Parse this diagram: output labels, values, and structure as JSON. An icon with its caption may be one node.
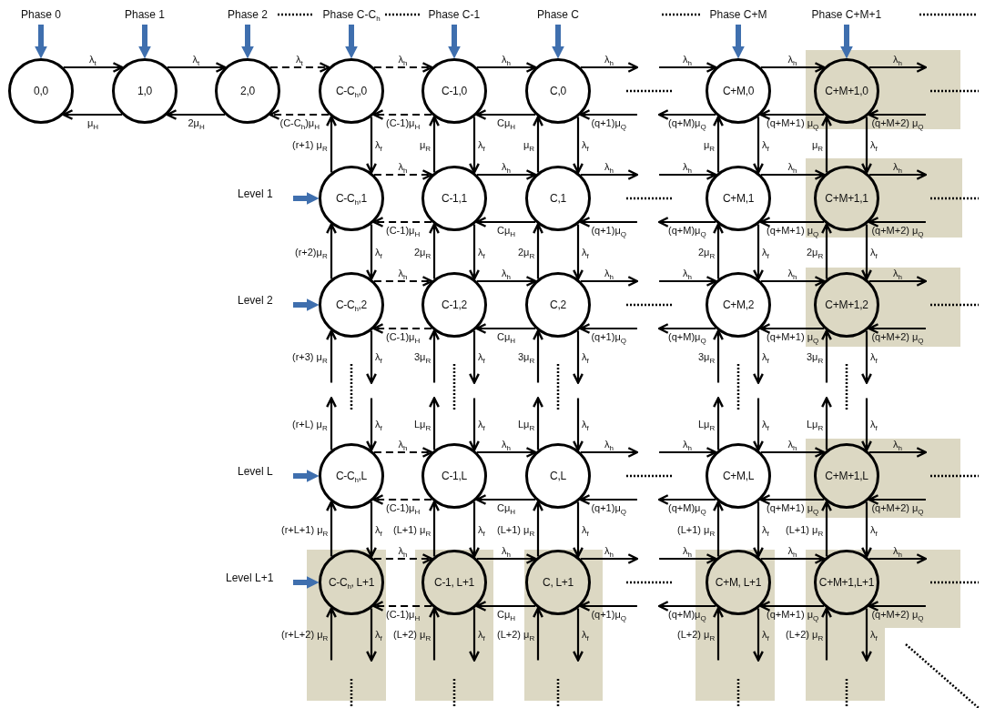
{
  "diagram": {
    "nodes": [
      {
        "text": [
          "Phase 0"
        ]
      },
      {
        "text": [
          "Phase 1"
        ]
      },
      {
        "text": [
          "Phase 2"
        ]
      },
      {
        "text": [
          "Phase C-C$_{h}$"
        ]
      },
      {
        "text": [
          "Phase C-1"
        ]
      },
      {
        "text": [
          "Phase C"
        ]
      },
      {
        "text": [
          "Phase C+M"
        ]
      },
      {
        "text": [
          "Phase C+M+1"
        ]
      },
      {
        "text": [
          "0,0"
        ]
      },
      {
        "text": [
          "1,0"
        ]
      },
      {
        "text": [
          "2,0"
        ]
      },
      {
        "text": [
          "C-C$_{h}$,0"
        ]
      },
      {
        "text": [
          "C-1,0"
        ]
      },
      {
        "text": [
          "C,0"
        ]
      },
      {
        "text": [
          "C+M,0"
        ]
      },
      {
        "text": [
          "C+M+1,0"
        ]
      },
      {
        "text": [
          "Level 1"
        ]
      },
      {
        "text": [
          "C-C$_{h}$,1"
        ]
      },
      {
        "text": [
          "C-1,1"
        ]
      },
      {
        "text": [
          "C,1"
        ]
      },
      {
        "text": [
          "C+M,1"
        ]
      },
      {
        "text": [
          "C+M+1,1"
        ]
      },
      {
        "text": [
          "Level 2"
        ]
      },
      {
        "text": [
          "C-C$_{h}$,2"
        ]
      },
      {
        "text": [
          "C-1,2"
        ]
      },
      {
        "text": [
          "C,2"
        ]
      },
      {
        "text": [
          "C+M,2"
        ]
      },
      {
        "text": [
          "C+M+1,2"
        ]
      },
      {
        "text": [
          "Level L"
        ]
      },
      {
        "text": [
          "C-C$_{h}$,L"
        ]
      },
      {
        "text": [
          "C-1,L"
        ]
      },
      {
        "text": [
          "C,L"
        ]
      },
      {
        "text": [
          "C+M,L"
        ]
      },
      {
        "text": [
          "C+M+1,L"
        ]
      },
      {
        "text": [
          "Level L+1"
        ]
      },
      {
        "text": [
          "C-C$_{h}$, L+1"
        ]
      },
      {
        "text": [
          "C-1, L+1"
        ]
      },
      {
        "text": [
          "C, L+1"
        ]
      },
      {
        "text": [
          "C+M, L+1"
        ]
      },
      {
        "text": [
          "C+M+1,L+1"
        ]
      }
    ],
    "edges": [
      {
        "from": 0,
        "to": 8,
        "arrow": "to",
        "style": "thick",
        "color": "#3f6fae"
      },
      {
        "from": 1,
        "to": 9,
        "arrow": "to",
        "style": "thick",
        "color": "#3f6fae"
      },
      {
        "from": 2,
        "to": 10,
        "arrow": "to",
        "style": "thick",
        "color": "#3f6fae"
      },
      {
        "from": 3,
        "to": 11,
        "arrow": "to",
        "style": "thick",
        "color": "#3f6fae"
      },
      {
        "from": 4,
        "to": 12,
        "arrow": "to",
        "style": "thick",
        "color": "#3f6fae"
      },
      {
        "from": 5,
        "to": 13,
        "arrow": "to",
        "style": "thick",
        "color": "#3f6fae"
      },
      {
        "from": 6,
        "to": 14,
        "arrow": "to",
        "style": "thick",
        "color": "#3f6fae"
      },
      {
        "from": 7,
        "to": 15,
        "arrow": "to",
        "style": "thick",
        "color": "#3f6fae"
      },
      {
        "from": 16,
        "to": 17,
        "arrow": "to",
        "style": "thick",
        "color": "#3f6fae"
      },
      {
        "from": 22,
        "to": 23,
        "arrow": "to",
        "style": "thick",
        "color": "#3f6fae"
      },
      {
        "from": 28,
        "to": 29,
        "arrow": "to",
        "style": "thick",
        "color": "#3f6fae"
      },
      {
        "from": 34,
        "to": 35,
        "arrow": "to",
        "style": "thick",
        "color": "#3f6fae"
      },
      {
        "from": 8,
        "to": 9,
        "arrow": "to",
        "label": "λ$_{t}$"
      },
      {
        "from": 9,
        "to": 8,
        "arrow": "to",
        "label": "μ$_{H}$"
      },
      {
        "from": 9,
        "to": 10,
        "arrow": "to",
        "label": "λ$_{t}$"
      },
      {
        "from": 10,
        "to": 9,
        "arrow": "to",
        "label": "2μ$_{H}$"
      },
      {
        "from": 10,
        "to": 11,
        "arrow": "to",
        "label": "λ$_{t}$",
        "style": "dashed"
      },
      {
        "from": 11,
        "to": 10,
        "arrow": "to",
        "label": "(C-C$_{h}$)μ$_{H}$",
        "style": "dashed"
      },
      {
        "from": 11,
        "to": 12,
        "arrow": "to",
        "label": "λ$_{h}$",
        "style": "dashed"
      },
      {
        "from": 12,
        "to": 11,
        "arrow": "to",
        "label": "(C-1)μ$_{H}$",
        "style": "dashed"
      },
      {
        "from": 12,
        "to": 13,
        "arrow": "to",
        "label": "λ$_{h}$"
      },
      {
        "from": 13,
        "to": 12,
        "arrow": "to",
        "label": "Cμ$_{H}$"
      },
      {
        "from": 13,
        "to": null,
        "arrow": "to",
        "label": "λ$_{h}$"
      },
      {
        "from": null,
        "to": 13,
        "arrow": "to",
        "label": "(q+1)μ$_{Q}$"
      },
      {
        "from": null,
        "to": 14,
        "arrow": "to",
        "label": "λ$_{h}$"
      },
      {
        "from": 14,
        "to": null,
        "arrow": "to",
        "label": "(q+M)μ$_{Q}$"
      },
      {
        "from": 14,
        "to": 15,
        "arrow": "to",
        "label": "λ$_{h}$"
      },
      {
        "from": 15,
        "to": 14,
        "arrow": "to",
        "label": "(q+M+1) μ$_{Q}$"
      },
      {
        "from": 15,
        "to": null,
        "arrow": "to",
        "label": "λ$_{h}$"
      },
      {
        "from": null,
        "to": 15,
        "arrow": "to",
        "label": "(q+M+2) μ$_{Q}$"
      },
      {
        "from": 17,
        "to": 18,
        "arrow": "to",
        "label": "λ$_{h}$",
        "style": "dashed"
      },
      {
        "from": 18,
        "to": 17,
        "arrow": "to",
        "label": "(C-1)μ$_{H}$",
        "style": "dashed"
      },
      {
        "from": 18,
        "to": 19,
        "arrow": "to",
        "label": "λ$_{h}$"
      },
      {
        "from": 19,
        "to": 18,
        "arrow": "to",
        "label": "Cμ$_{H}$"
      },
      {
        "from": 19,
        "to": null,
        "arrow": "to",
        "label": "λ$_{h}$"
      },
      {
        "from": null,
        "to": 19,
        "arrow": "to",
        "label": "(q+1)μ$_{Q}$"
      },
      {
        "from": null,
        "to": 20,
        "arrow": "to",
        "label": "λ$_{h}$"
      },
      {
        "from": 20,
        "to": null,
        "arrow": "to",
        "label": "(q+M)μ$_{Q}$"
      },
      {
        "from": 20,
        "to": 21,
        "arrow": "to",
        "label": "λ$_{h}$"
      },
      {
        "from": 21,
        "to": 20,
        "arrow": "to",
        "label": "(q+M+1) μ$_{Q}$"
      },
      {
        "from": 21,
        "to": null,
        "arrow": "to",
        "label": "λ$_{h}$"
      },
      {
        "from": null,
        "to": 21,
        "arrow": "to",
        "label": "(q+M+2) μ$_{Q}$"
      },
      {
        "from": 23,
        "to": 24,
        "arrow": "to",
        "label": "λ$_{h}$",
        "style": "dashed"
      },
      {
        "from": 24,
        "to": 23,
        "arrow": "to",
        "label": "(C-1)μ$_{H}$",
        "style": "dashed"
      },
      {
        "from": 24,
        "to": 25,
        "arrow": "to",
        "label": "λ$_{h}$"
      },
      {
        "from": 25,
        "to": 24,
        "arrow": "to",
        "label": "Cμ$_{H}$"
      },
      {
        "from": 25,
        "to": null,
        "arrow": "to",
        "label": "λ$_{h}$"
      },
      {
        "from": null,
        "to": 25,
        "arrow": "to",
        "label": "(q+1)μ$_{Q}$"
      },
      {
        "from": null,
        "to": 26,
        "arrow": "to",
        "label": "λ$_{h}$"
      },
      {
        "from": 26,
        "to": null,
        "arrow": "to",
        "label": "(q+M)μ$_{Q}$"
      },
      {
        "from": 26,
        "to": 27,
        "arrow": "to",
        "label": "λ$_{h}$"
      },
      {
        "from": 27,
        "to": 26,
        "arrow": "to",
        "label": "(q+M+1) μ$_{Q}$"
      },
      {
        "from": 27,
        "to": null,
        "arrow": "to",
        "label": "λ$_{h}$"
      },
      {
        "from": null,
        "to": 27,
        "arrow": "to",
        "label": "(q+M+2) μ$_{Q}$"
      },
      {
        "from": 29,
        "to": 30,
        "arrow": "to",
        "label": "λ$_{h}$",
        "style": "dashed"
      },
      {
        "from": 30,
        "to": 29,
        "arrow": "to",
        "label": "(C-1)μ$_{H}$",
        "style": "dashed"
      },
      {
        "from": 30,
        "to": 31,
        "arrow": "to",
        "label": "λ$_{h}$"
      },
      {
        "from": 31,
        "to": 30,
        "arrow": "to",
        "label": "Cμ$_{H}$"
      },
      {
        "from": 31,
        "to": null,
        "arrow": "to",
        "label": "λ$_{h}$"
      },
      {
        "from": null,
        "to": 31,
        "arrow": "to",
        "label": "(q+1)μ$_{Q}$"
      },
      {
        "from": null,
        "to": 32,
        "arrow": "to",
        "label": "λ$_{h}$"
      },
      {
        "from": 32,
        "to": null,
        "arrow": "to",
        "label": "(q+M)μ$_{Q}$"
      },
      {
        "from": 32,
        "to": 33,
        "arrow": "to",
        "label": "λ$_{h}$"
      },
      {
        "from": 33,
        "to": 32,
        "arrow": "to",
        "label": "(q+M+1) μ$_{Q}$"
      },
      {
        "from": 33,
        "to": null,
        "arrow": "to",
        "label": "λ$_{h}$"
      },
      {
        "from": null,
        "to": 33,
        "arrow": "to",
        "label": "(q+M+2) μ$_{Q}$"
      },
      {
        "from": 35,
        "to": 36,
        "arrow": "to",
        "label": "λ$_{h}$",
        "style": "dashed"
      },
      {
        "from": 36,
        "to": 35,
        "arrow": "to",
        "label": "(C-1)μ$_{H}$",
        "style": "dashed"
      },
      {
        "from": 36,
        "to": 37,
        "arrow": "to",
        "label": "λ$_{h}$"
      },
      {
        "from": 37,
        "to": 36,
        "arrow": "to",
        "label": "Cμ$_{H}$"
      },
      {
        "from": 37,
        "to": null,
        "arrow": "to",
        "label": "λ$_{h}$"
      },
      {
        "from": null,
        "to": 37,
        "arrow": "to",
        "label": "(q+1)μ$_{Q}$"
      },
      {
        "from": null,
        "to": 38,
        "arrow": "to",
        "label": "λ$_{h}$"
      },
      {
        "from": 38,
        "to": null,
        "arrow": "to",
        "label": "(q+M)μ$_{Q}$"
      },
      {
        "from": 38,
        "to": 39,
        "arrow": "to",
        "label": "λ$_{h}$"
      },
      {
        "from": 39,
        "to": 38,
        "arrow": "to",
        "label": "(q+M+1) μ$_{Q}$"
      },
      {
        "from": 39,
        "to": null,
        "arrow": "to",
        "label": "λ$_{h}$"
      },
      {
        "from": null,
        "to": 39,
        "arrow": "to",
        "label": "(q+M+2) μ$_{Q}$"
      },
      {
        "from": 17,
        "to": 11,
        "arrow": "to",
        "label": "(r+1) μ$_{R}$"
      },
      {
        "from": 11,
        "to": 17,
        "arrow": "to",
        "label": "λ$_{f}$"
      },
      {
        "from": 23,
        "to": 17,
        "arrow": "to",
        "label": "(r+2)μ$_{R}$"
      },
      {
        "from": 17,
        "to": 23,
        "arrow": "to",
        "label": "λ$_{f}$"
      },
      {
        "from": null,
        "to": 23,
        "arrow": "to",
        "label": "(r+3) μ$_{R}$"
      },
      {
        "from": 23,
        "to": null,
        "arrow": "to",
        "label": "λ$_{f}$"
      },
      {
        "from": 29,
        "to": null,
        "arrow": "to",
        "label": "(r+L) μ$_{R}$"
      },
      {
        "from": null,
        "to": 29,
        "arrow": "to",
        "label": "λ$_{f}$"
      },
      {
        "from": 35,
        "to": 29,
        "arrow": "to",
        "label": "(r+L+1) μ$_{R}$"
      },
      {
        "from": 29,
        "to": 35,
        "arrow": "to",
        "label": "λ$_{f}$"
      },
      {
        "from": null,
        "to": 35,
        "arrow": "to",
        "label": "(r+L+2) μ$_{R}$"
      },
      {
        "from": 35,
        "to": null,
        "arrow": "to",
        "label": "λ$_{f}$"
      },
      {
        "from": 18,
        "to": 12,
        "arrow": "to",
        "label": "μ$_{R}$"
      },
      {
        "from": 12,
        "to": 18,
        "arrow": "to",
        "label": "λ$_{f}$"
      },
      {
        "from": 24,
        "to": 18,
        "arrow": "to",
        "label": "2μ$_{R}$"
      },
      {
        "from": 18,
        "to": 24,
        "arrow": "to",
        "label": "λ$_{f}$"
      },
      {
        "from": null,
        "to": 24,
        "arrow": "to",
        "label": "3μ$_{R}$"
      },
      {
        "from": 24,
        "to": null,
        "arrow": "to",
        "label": "λ$_{f}$"
      },
      {
        "from": 30,
        "to": null,
        "arrow": "to",
        "label": "Lμ$_{R}$"
      },
      {
        "from": null,
        "to": 30,
        "arrow": "to",
        "label": "λ$_{f}$"
      },
      {
        "from": 36,
        "to": 30,
        "arrow": "to",
        "label": "(L+1) μ$_{R}$"
      },
      {
        "from": 30,
        "to": 36,
        "arrow": "to",
        "label": "λ$_{f}$"
      },
      {
        "from": null,
        "to": 36,
        "arrow": "to",
        "label": "(L+2) μ$_{R}$"
      },
      {
        "from": 36,
        "to": null,
        "arrow": "to",
        "label": "λ$_{f}$"
      },
      {
        "from": 19,
        "to": 13,
        "arrow": "to",
        "label": "μ$_{R}$"
      },
      {
        "from": 13,
        "to": 19,
        "arrow": "to",
        "label": "λ$_{f}$"
      },
      {
        "from": 25,
        "to": 19,
        "arrow": "to",
        "label": "2μ$_{R}$"
      },
      {
        "from": 19,
        "to": 25,
        "arrow": "to",
        "label": "λ$_{f}$"
      },
      {
        "from": null,
        "to": 25,
        "arrow": "to",
        "label": "3μ$_{R}$"
      },
      {
        "from": 25,
        "to": null,
        "arrow": "to",
        "label": "λ$_{f}$"
      },
      {
        "from": 31,
        "to": null,
        "arrow": "to",
        "label": "Lμ$_{R}$"
      },
      {
        "from": null,
        "to": 31,
        "arrow": "to",
        "label": "λ$_{f}$"
      },
      {
        "from": 37,
        "to": 31,
        "arrow": "to",
        "label": "(L+1) μ$_{R}$"
      },
      {
        "from": 31,
        "to": 37,
        "arrow": "to",
        "label": "λ$_{f}$"
      },
      {
        "from": null,
        "to": 37,
        "arrow": "to",
        "label": "(L+2) μ$_{R}$"
      },
      {
        "from": 37,
        "to": null,
        "arrow": "to",
        "label": "λ$_{f}$"
      },
      {
        "from": 20,
        "to": 14,
        "arrow": "to",
        "label": "μ$_{R}$"
      },
      {
        "from": 14,
        "to": 20,
        "arrow": "to",
        "label": "λ$_{f}$"
      },
      {
        "from": 26,
        "to": 20,
        "arrow": "to",
        "label": "2μ$_{R}$"
      },
      {
        "from": 20,
        "to": 26,
        "arrow": "to",
        "label": "λ$_{f}$"
      },
      {
        "from": null,
        "to": 26,
        "arrow": "to",
        "label": "3μ$_{R}$"
      },
      {
        "from": 26,
        "to": null,
        "arrow": "to",
        "label": "λ$_{f}$"
      },
      {
        "from": 32,
        "to": null,
        "arrow": "to",
        "label": "Lμ$_{R}$"
      },
      {
        "from": null,
        "to": 32,
        "arrow": "to",
        "label": "λ$_{f}$"
      },
      {
        "from": 38,
        "to": 32,
        "arrow": "to",
        "label": "(L+1) μ$_{R}$"
      },
      {
        "from": 32,
        "to": 38,
        "arrow": "to",
        "label": "λ$_{f}$"
      },
      {
        "from": null,
        "to": 38,
        "arrow": "to",
        "label": "(L+2) μ$_{R}$"
      },
      {
        "from": 38,
        "to": null,
        "arrow": "to",
        "label": "λ$_{f}$"
      },
      {
        "from": 21,
        "to": 15,
        "arrow": "to",
        "label": "μ$_{R}$"
      },
      {
        "from": 15,
        "to": 21,
        "arrow": "to",
        "label": "λ$_{f}$"
      },
      {
        "from": 27,
        "to": 21,
        "arrow": "to",
        "label": "2μ$_{R}$"
      },
      {
        "from": 21,
        "to": 27,
        "arrow": "to",
        "label": "λ$_{f}$"
      },
      {
        "from": null,
        "to": 27,
        "arrow": "to",
        "label": "3μ$_{R}$"
      },
      {
        "from": 27,
        "to": null,
        "arrow": "to",
        "label": "λ$_{f}$"
      },
      {
        "from": 33,
        "to": null,
        "arrow": "to",
        "label": "Lμ$_{R}$"
      },
      {
        "from": null,
        "to": 33,
        "arrow": "to",
        "label": "λ$_{f}$"
      },
      {
        "from": 39,
        "to": 33,
        "arrow": "to",
        "label": "(L+1) μ$_{R}$"
      },
      {
        "from": 33,
        "to": 39,
        "arrow": "to",
        "label": "λ$_{f}$"
      },
      {
        "from": null,
        "to": 39,
        "arrow": "to",
        "label": "(L+2) μ$_{R}$"
      },
      {
        "from": 39,
        "to": null,
        "arrow": "to",
        "label": "λ$_{f}$"
      }
    ]
  }
}
